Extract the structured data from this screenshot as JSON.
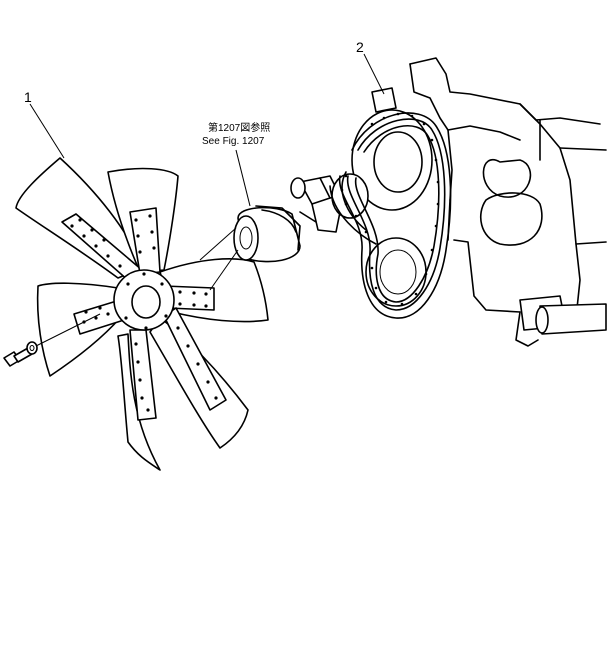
{
  "callouts": [
    {
      "id": "1",
      "label": "1"
    },
    {
      "id": "2",
      "label": "2"
    }
  ],
  "reference": {
    "japanese": "第1207図参照",
    "english": "See Fig. 1207"
  },
  "colors": {
    "ink": "#000000",
    "paper": "#ffffff"
  }
}
